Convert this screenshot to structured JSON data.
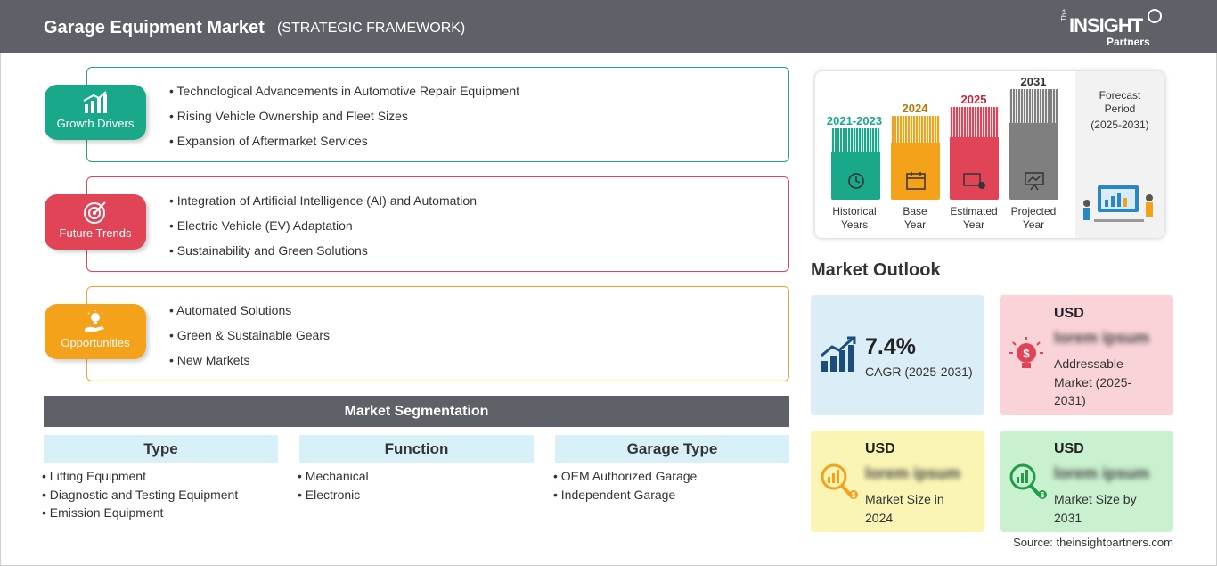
{
  "header": {
    "title": "Garage Equipment Market",
    "subtitle": "(STRATEGIC FRAMEWORK)",
    "logo": {
      "the": "The",
      "insight": "INSIGHT",
      "partners": "Partners"
    }
  },
  "framework": {
    "growth_drivers": {
      "label": "Growth Drivers",
      "color": "#1aa88a",
      "items": [
        "Technological Advancements in Automotive Repair Equipment",
        "Rising Vehicle Ownership and Fleet Sizes",
        "Expansion of Aftermarket Services"
      ]
    },
    "future_trends": {
      "label": "Future Trends",
      "color": "#e24457",
      "items": [
        "Integration of Artificial Intelligence (AI) and Automation",
        "Electric Vehicle (EV) Adaptation",
        "Sustainability and Green Solutions"
      ]
    },
    "opportunities": {
      "label": "Opportunities",
      "color": "#f5a21b",
      "items": [
        "Automated Solutions",
        "Green & Sustainable Gears",
        "New Markets"
      ]
    }
  },
  "segmentation": {
    "title": "Market Segmentation",
    "columns": [
      {
        "heading": "Type",
        "items": [
          "Lifting Equipment",
          "Diagnostic and Testing Equipment",
          "Emission Equipment"
        ]
      },
      {
        "heading": "Function",
        "items": [
          "Mechanical",
          "Electronic"
        ]
      },
      {
        "heading": "Garage Type",
        "items": [
          "OEM Authorized Garage",
          "Independent Garage"
        ]
      }
    ]
  },
  "timeline": {
    "bars": [
      {
        "year": "2021-2023",
        "caption_1": "Historical",
        "caption_2": "Years",
        "color": "#1aa88a"
      },
      {
        "year": "2024",
        "caption_1": "Base",
        "caption_2": "Year",
        "color": "#f5a21b"
      },
      {
        "year": "2025",
        "caption_1": "Estimated",
        "caption_2": "Year",
        "color": "#e24457"
      },
      {
        "year": "2031",
        "caption_1": "Projected",
        "caption_2": "Year",
        "color": "#7f7f7f"
      }
    ],
    "forecast": {
      "line1": "Forecast",
      "line2": "Period",
      "line3": "(2025-2031)"
    }
  },
  "outlook": {
    "title": "Market Outlook",
    "cagr": {
      "value": "7.4%",
      "label": "CAGR (2025-2031)",
      "bg": "#dbeef8"
    },
    "addressable": {
      "currency": "USD",
      "value": "lorem ipsum",
      "label": "Addressable Market (2025-2031)",
      "bg": "#f9d3d8"
    },
    "size_2024": {
      "currency": "USD",
      "value": "lorem ipsum",
      "label": "Market Size in 2024",
      "bg": "#fbf5b5"
    },
    "size_2031": {
      "currency": "USD",
      "value": "lorem ipsum",
      "label": "Market Size by 2031",
      "bg": "#c9f1cf"
    }
  },
  "source": "Source: theinsightpartners.com"
}
